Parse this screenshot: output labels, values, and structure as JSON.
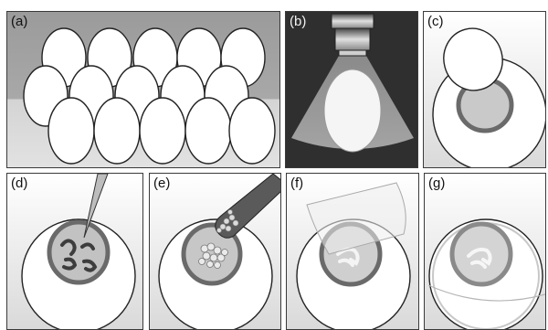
{
  "panels": [
    {
      "id": "a",
      "label": "(a)"
    },
    {
      "id": "b",
      "label": "(b)"
    },
    {
      "id": "c",
      "label": "(c)"
    },
    {
      "id": "d",
      "label": "(d)"
    },
    {
      "id": "e",
      "label": "(e)"
    },
    {
      "id": "f",
      "label": "(f)"
    },
    {
      "id": "g",
      "label": "(g)"
    }
  ],
  "colors": {
    "border": "#3a3a3a",
    "egg_fill": "#ffffff",
    "panel_a_top": "#9b9b9b",
    "panel_a_bottom": "#d9d9d9",
    "panel_b_bg": "#2f2f2f",
    "yolk_ring": "#7a7a7a",
    "yolk_fill": "#c7c7c7",
    "embryo": "#4a4a4a"
  }
}
